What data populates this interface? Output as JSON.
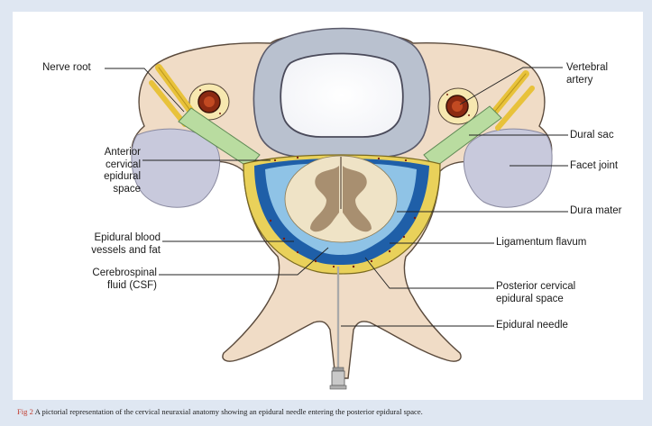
{
  "labels": {
    "nerve_root": "Nerve root",
    "vertebral_artery": "Vertebral\nartery",
    "dural_sac": "Dural sac",
    "anterior_epidural": "Anterior\ncervical\nepidural\nspace",
    "facet_joint": "Facet joint",
    "dura_mater": "Dura mater",
    "epidural_vessels": "Epidural blood\nvessels and fat",
    "ligamentum_flavum": "Ligamentum flavum",
    "csf": "Cerebrospinal\nfluid (CSF)",
    "posterior_epidural": "Posterior cervical\nepidural space",
    "epidural_needle": "Epidural needle"
  },
  "caption": {
    "fig_label": "Fig 2",
    "text": " A pictorial representation of the cervical neuraxial anatomy showing an epidural needle entering the posterior epidural space."
  },
  "colors": {
    "bone": "#f0dcc6",
    "bone_stroke": "#5a4a3c",
    "disc": "#b9c1cf",
    "facet": "#c8c9dc",
    "dura": "#1f5fa8",
    "csf": "#8fc3e6",
    "fat": "#e9d15a",
    "nerve": "#e8c23a",
    "dural_sleeve": "#b9dca0",
    "artery": "#8b2a12"
  }
}
